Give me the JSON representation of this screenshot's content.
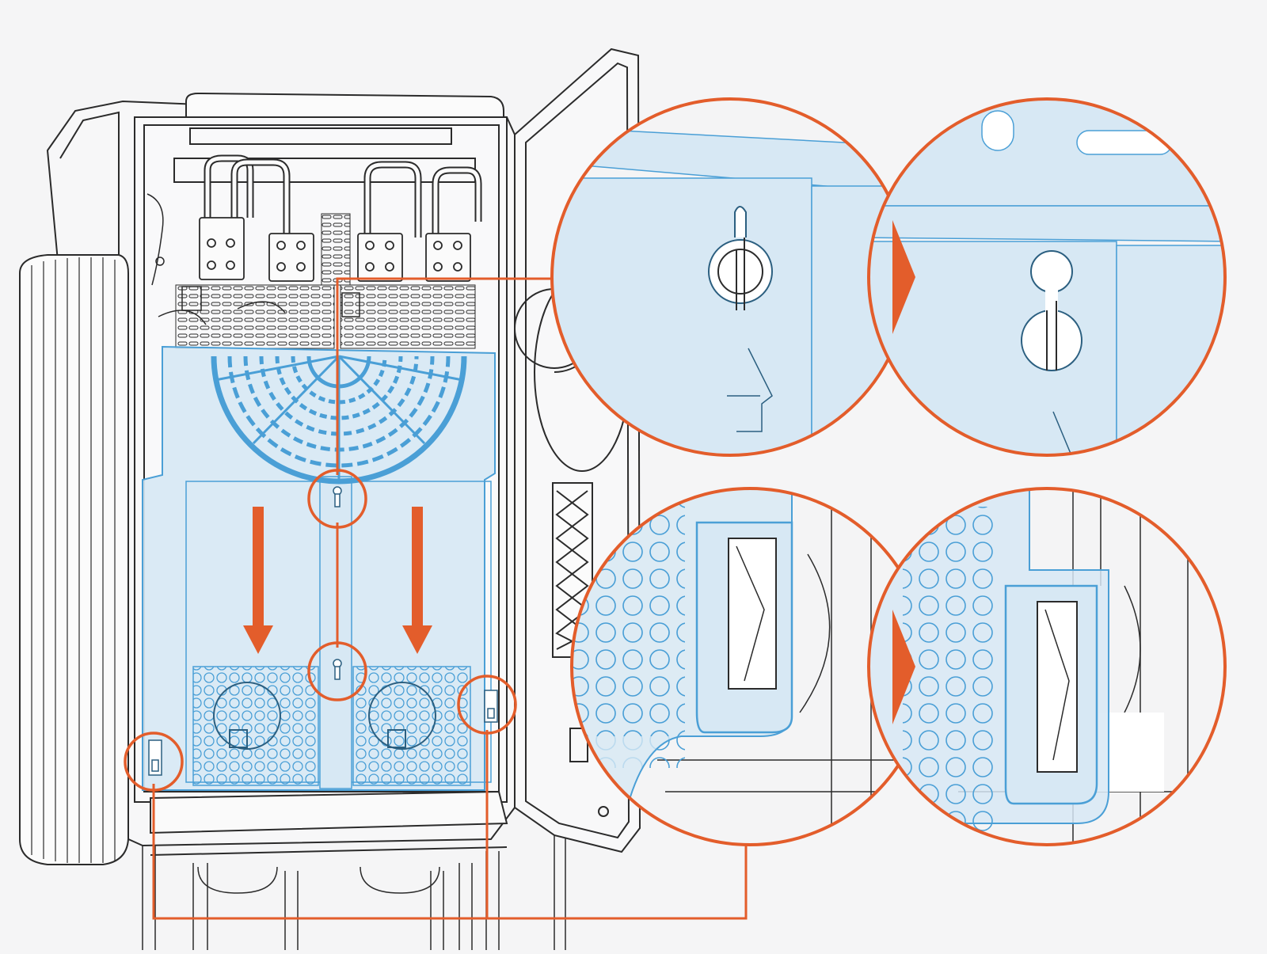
{
  "figure": {
    "description_text": "",
    "colors": {
      "background": "#f5f5f6",
      "line": "#2b2b2b",
      "highlight_fill": "#d7e8f4",
      "highlight_stroke": "#4a9fd6",
      "callout": "#e35d2b"
    }
  },
  "callouts": [
    {
      "id": "keyhole-upper",
      "icon": "keyhole-icon"
    },
    {
      "id": "keyhole-lower",
      "icon": "keyhole-icon"
    },
    {
      "id": "clip-left",
      "icon": "clip-icon"
    },
    {
      "id": "clip-right",
      "icon": "clip-icon"
    }
  ],
  "detail_views": [
    {
      "id": "keyhole-before",
      "state": "locked"
    },
    {
      "id": "keyhole-after",
      "state": "released"
    },
    {
      "id": "clip-before",
      "state": "engaged"
    },
    {
      "id": "clip-after",
      "state": "released"
    }
  ],
  "arrows": [
    {
      "id": "arrow-left",
      "direction": "down"
    },
    {
      "id": "arrow-right",
      "direction": "down"
    },
    {
      "id": "arrow-top-detail",
      "direction": "right"
    },
    {
      "id": "arrow-bottom-detail",
      "direction": "right"
    }
  ]
}
